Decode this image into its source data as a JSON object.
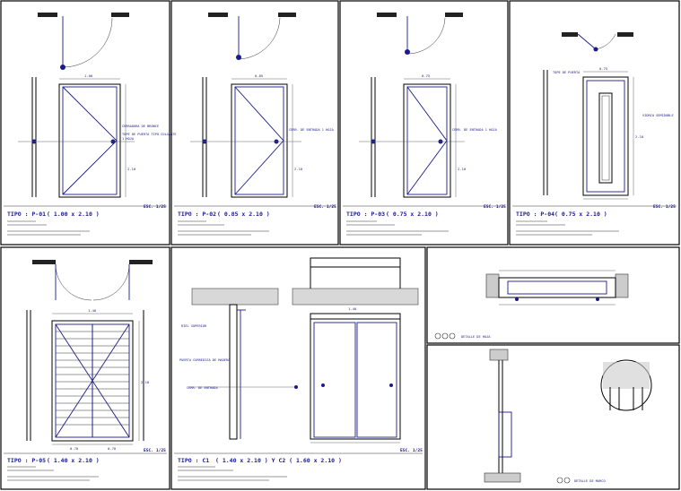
{
  "panels": {
    "p01": {
      "tipo": "TIPO : P-01",
      "size": "( 1.00 x 2.10 )",
      "scale": "ESC. 1/25",
      "width_dim": "1.00",
      "height_dim": "2.10",
      "callouts": [
        "CERRADURA DE BRONCE",
        "TOPE DE PUERTA TIPO COLGANTE",
        "1 HOJA"
      ]
    },
    "p02": {
      "tipo": "TIPO : P-02",
      "size": "( 0.85 x 2.10 )",
      "scale": "ESC. 1/25",
      "width_dim": "0.85",
      "height_dim": "2.10",
      "callouts": [
        "CERR. DE ENTRADA 1 HOJA"
      ]
    },
    "p03": {
      "tipo": "TIPO : P-03",
      "size": "( 0.75 x 2.10 )",
      "scale": "ESC. 1/25",
      "width_dim": "0.75",
      "height_dim": "2.10",
      "callouts": [
        "CERR. DE ENTRADA 1 HOJA"
      ]
    },
    "p04": {
      "tipo": "TIPO : P-04",
      "size": "( 0.75 x 2.10 )",
      "scale": "ESC. 1/25",
      "width_dim": "0.75",
      "height_dim": "2.10",
      "callouts": [
        "TOPE DE PUERTA",
        "VIDRIO SEMIDOBLE"
      ]
    },
    "p05": {
      "tipo": "TIPO : P-05",
      "size": "( 1.40 x 2.10 )",
      "scale": "ESC. 1/25",
      "width_dim": "1.40",
      "height_dim": "2.10",
      "sub_dims": [
        "0.70",
        "0.70"
      ]
    },
    "pc": {
      "tipo": "TIPO : C1",
      "size": "( 1.40 x 2.10 ) Y C2 ( 1.60 x 2.10 )",
      "scale": "ESC. 1/25",
      "width_dim": "1.40",
      "callouts": [
        "CERR. DE ENTRADA",
        "PUERTA CORREDIZA DE MADERA",
        "RIEL SUPERIOR"
      ]
    }
  },
  "detail_labels": [
    "DETALLE DE HOJA",
    "DETALLE DE MARCO"
  ],
  "colors": {
    "line": "#1a1a8c",
    "frame": "#000000"
  }
}
